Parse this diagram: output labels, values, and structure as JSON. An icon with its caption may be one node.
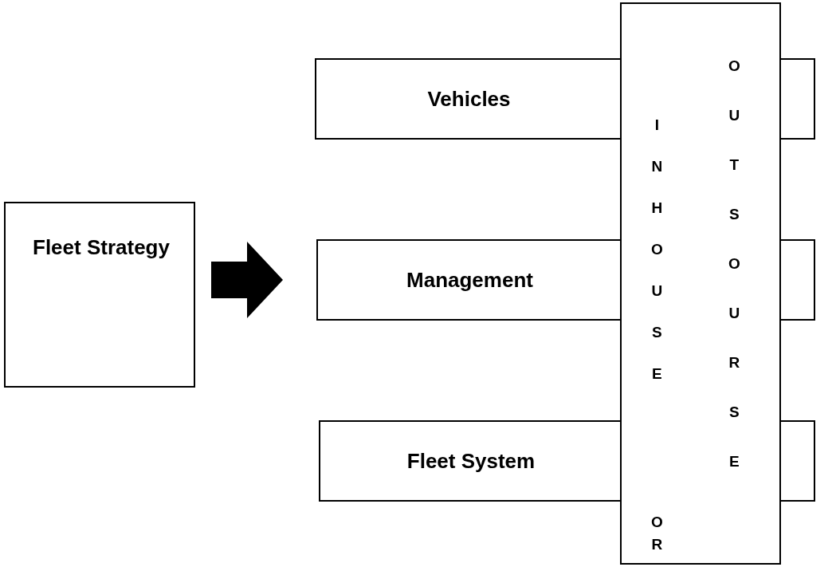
{
  "diagram": {
    "nodes": [
      {
        "text": [
          "Fleet Strategy"
        ]
      },
      {
        "text": [
          "Vehicles"
        ]
      },
      {
        "text": [
          "Management"
        ]
      },
      {
        "text": [
          "Fleet System"
        ]
      },
      {
        "text": [
          "INHOUSE",
          "OR",
          "OUTSOURSE"
        ]
      }
    ],
    "edges": [
      {
        "from": 0,
        "to": 2,
        "arrow": "to",
        "style": "thick"
      }
    ]
  }
}
